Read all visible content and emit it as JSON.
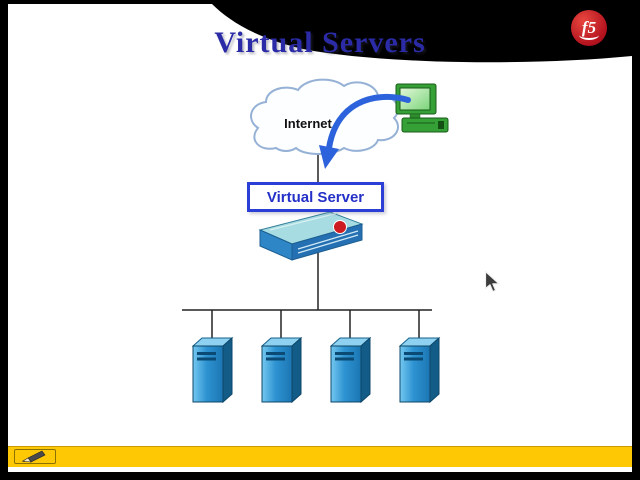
{
  "slide": {
    "title": "Virtual Servers"
  },
  "brand": {
    "logo_text": "f5"
  },
  "diagram": {
    "internet_label": "Internet",
    "virtual_server_label": "Virtual Server",
    "server_count": 4,
    "icons": {
      "cloud": "internet-cloud-icon",
      "computer": "client-computer-icon",
      "arrow": "traffic-arrow-icon",
      "load_balancer": "load-balancer-icon",
      "server": "server-tower-icon"
    }
  },
  "toolbar": {
    "pen_icon": "pen-tool-icon"
  },
  "colors": {
    "title_blue": "#2B2BA8",
    "box_border_blue": "#2B3FD6",
    "arrow_blue": "#2C63DC",
    "bar_yellow": "#FFC805",
    "f5_red": "#CC1B21",
    "server_blue": "#2487C6",
    "computer_green": "#35A035"
  }
}
